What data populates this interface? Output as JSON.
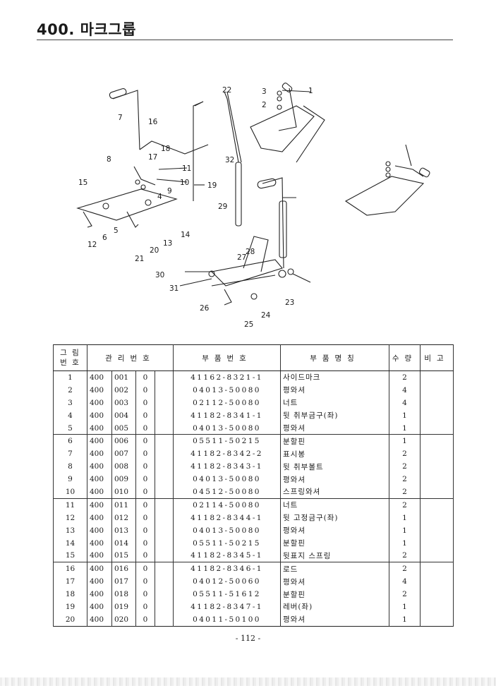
{
  "page_title": "400. 마크그룹",
  "diagram": {
    "callouts": [
      "1",
      "2",
      "3",
      "4",
      "5",
      "6",
      "7",
      "8",
      "9",
      "10",
      "11",
      "12",
      "13",
      "14",
      "15",
      "16",
      "17",
      "18",
      "19",
      "20",
      "21",
      "22",
      "23",
      "24",
      "25",
      "26",
      "27",
      "28",
      "29",
      "31",
      "32",
      "30"
    ]
  },
  "table": {
    "headers": {
      "fig_no_line1": "그 림",
      "fig_no_line2": "번 호",
      "mgmt_no": "관리번호",
      "part_no": "부품번호",
      "part_name": "부품명칭",
      "qty": "수량",
      "remarks": "비고"
    },
    "rows": [
      {
        "no": "1",
        "c1": "400",
        "c2": "001",
        "c3": "0",
        "part_no": "41162-8321-1",
        "name": "사이드마크",
        "qty": "2"
      },
      {
        "no": "2",
        "c1": "400",
        "c2": "002",
        "c3": "0",
        "part_no": "04013-50080",
        "name": "평와셔",
        "qty": "4"
      },
      {
        "no": "3",
        "c1": "400",
        "c2": "003",
        "c3": "0",
        "part_no": "02112-50080",
        "name": "너트",
        "qty": "4"
      },
      {
        "no": "4",
        "c1": "400",
        "c2": "004",
        "c3": "0",
        "part_no": "41182-8341-1",
        "name": "뒷 취부금구(좌)",
        "qty": "1"
      },
      {
        "no": "5",
        "c1": "400",
        "c2": "005",
        "c3": "0",
        "part_no": "04013-50080",
        "name": "평와셔",
        "qty": "1"
      },
      {
        "no": "6",
        "c1": "400",
        "c2": "006",
        "c3": "0",
        "part_no": "05511-50215",
        "name": "분할핀",
        "qty": "1"
      },
      {
        "no": "7",
        "c1": "400",
        "c2": "007",
        "c3": "0",
        "part_no": "41182-8342-2",
        "name": "표시봉",
        "qty": "2"
      },
      {
        "no": "8",
        "c1": "400",
        "c2": "008",
        "c3": "0",
        "part_no": "41182-8343-1",
        "name": "뒷 취부볼트",
        "qty": "2"
      },
      {
        "no": "9",
        "c1": "400",
        "c2": "009",
        "c3": "0",
        "part_no": "04013-50080",
        "name": "평와셔",
        "qty": "2"
      },
      {
        "no": "10",
        "c1": "400",
        "c2": "010",
        "c3": "0",
        "part_no": "04512-50080",
        "name": "스프링와셔",
        "qty": "2"
      },
      {
        "no": "11",
        "c1": "400",
        "c2": "011",
        "c3": "0",
        "part_no": "02114-50080",
        "name": "너트",
        "qty": "2"
      },
      {
        "no": "12",
        "c1": "400",
        "c2": "012",
        "c3": "0",
        "part_no": "41182-8344-1",
        "name": "뒷 고정금구(좌)",
        "qty": "1"
      },
      {
        "no": "13",
        "c1": "400",
        "c2": "013",
        "c3": "0",
        "part_no": "04013-50080",
        "name": "평와셔",
        "qty": "1"
      },
      {
        "no": "14",
        "c1": "400",
        "c2": "014",
        "c3": "0",
        "part_no": "05511-50215",
        "name": "분할핀",
        "qty": "1"
      },
      {
        "no": "15",
        "c1": "400",
        "c2": "015",
        "c3": "0",
        "part_no": "41182-8345-1",
        "name": "뒷표지 스프링",
        "qty": "2"
      },
      {
        "no": "16",
        "c1": "400",
        "c2": "016",
        "c3": "0",
        "part_no": "41182-8346-1",
        "name": "로드",
        "qty": "2"
      },
      {
        "no": "17",
        "c1": "400",
        "c2": "017",
        "c3": "0",
        "part_no": "04012-50060",
        "name": "평와셔",
        "qty": "4"
      },
      {
        "no": "18",
        "c1": "400",
        "c2": "018",
        "c3": "0",
        "part_no": "05511-51612",
        "name": "분할핀",
        "qty": "2"
      },
      {
        "no": "19",
        "c1": "400",
        "c2": "019",
        "c3": "0",
        "part_no": "41182-8347-1",
        "name": "레버(좌)",
        "qty": "1"
      },
      {
        "no": "20",
        "c1": "400",
        "c2": "020",
        "c3": "0",
        "part_no": "04011-50100",
        "name": "평와셔",
        "qty": "1"
      }
    ]
  },
  "page_number": "- 112 -"
}
